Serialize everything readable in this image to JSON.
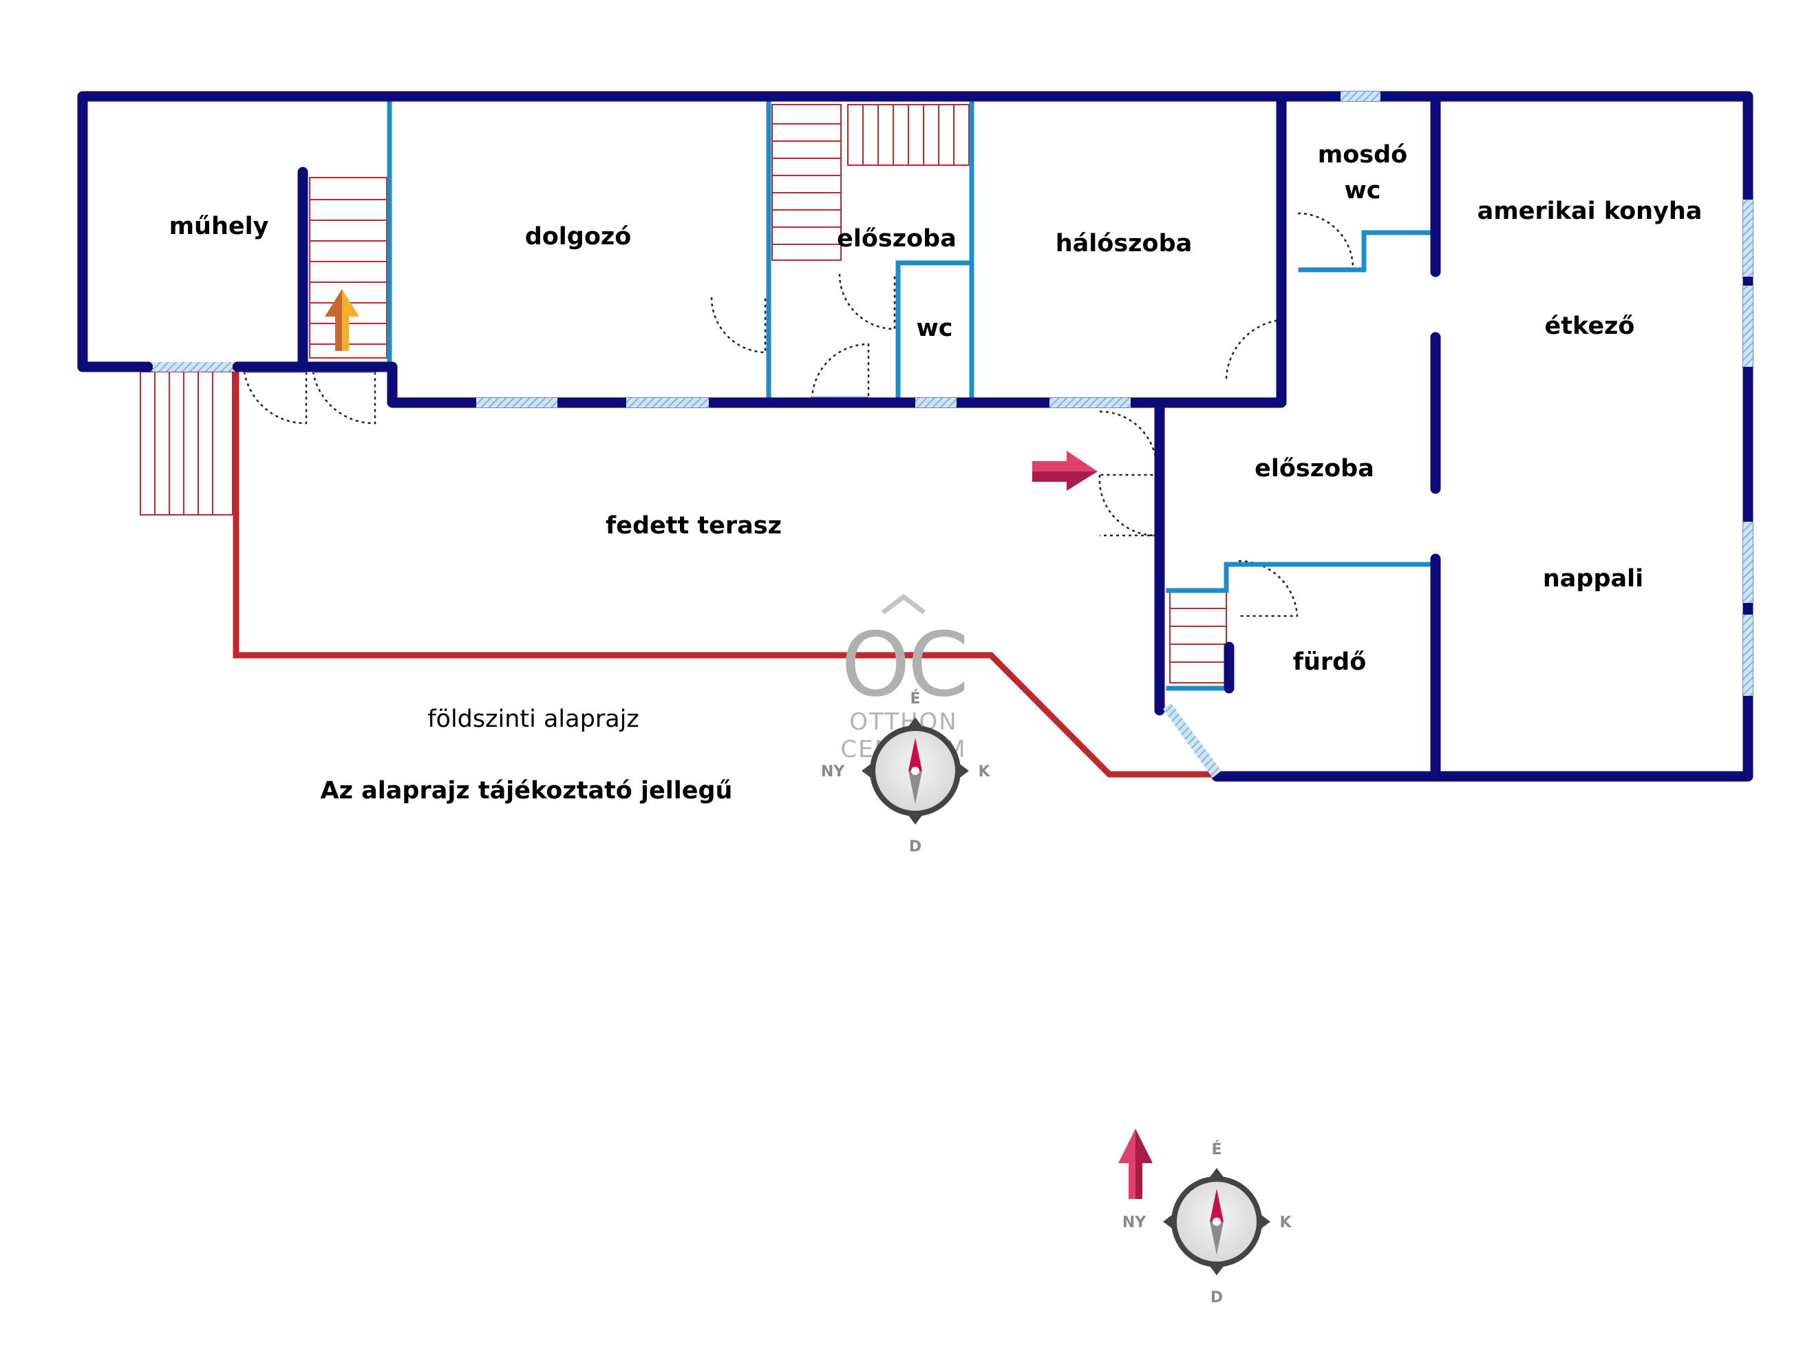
{
  "rooms": {
    "muhely": "műhely",
    "dolgozo": "dolgozó",
    "eloszoba_north": "előszoba",
    "wc_north": "wc",
    "haloszoba": "hálószoba",
    "mosdo": "mosdó",
    "mosdo_wc": "wc",
    "amerikai_konyha": "amerikai konyha",
    "etkezo": "étkező",
    "eloszoba_east": "előszoba",
    "fedett_terasz": "fedett terasz",
    "furdo": "fürdő",
    "nappali": "nappali"
  },
  "captions": {
    "plan_title": "földszinti alaprajz",
    "disclaimer": "Az alaprajz tájékoztató jellegű"
  },
  "compass": {
    "north": "É",
    "south": "D",
    "east": "K",
    "west": "NY"
  },
  "watermark": {
    "logo_mark": "OC",
    "line1": "OTTHON",
    "line2": "CENTRUM"
  },
  "colors": {
    "outer_wall": "#0b0b7a",
    "inner_wall": "#1e8cc8",
    "terrace_outline": "#c0282e",
    "stairs": "#c0282e",
    "window": "#9fc9e8",
    "entry_arrow": "#d8305a",
    "stair_arrow": "#e69a28",
    "compass_needle": "#c8104a"
  }
}
